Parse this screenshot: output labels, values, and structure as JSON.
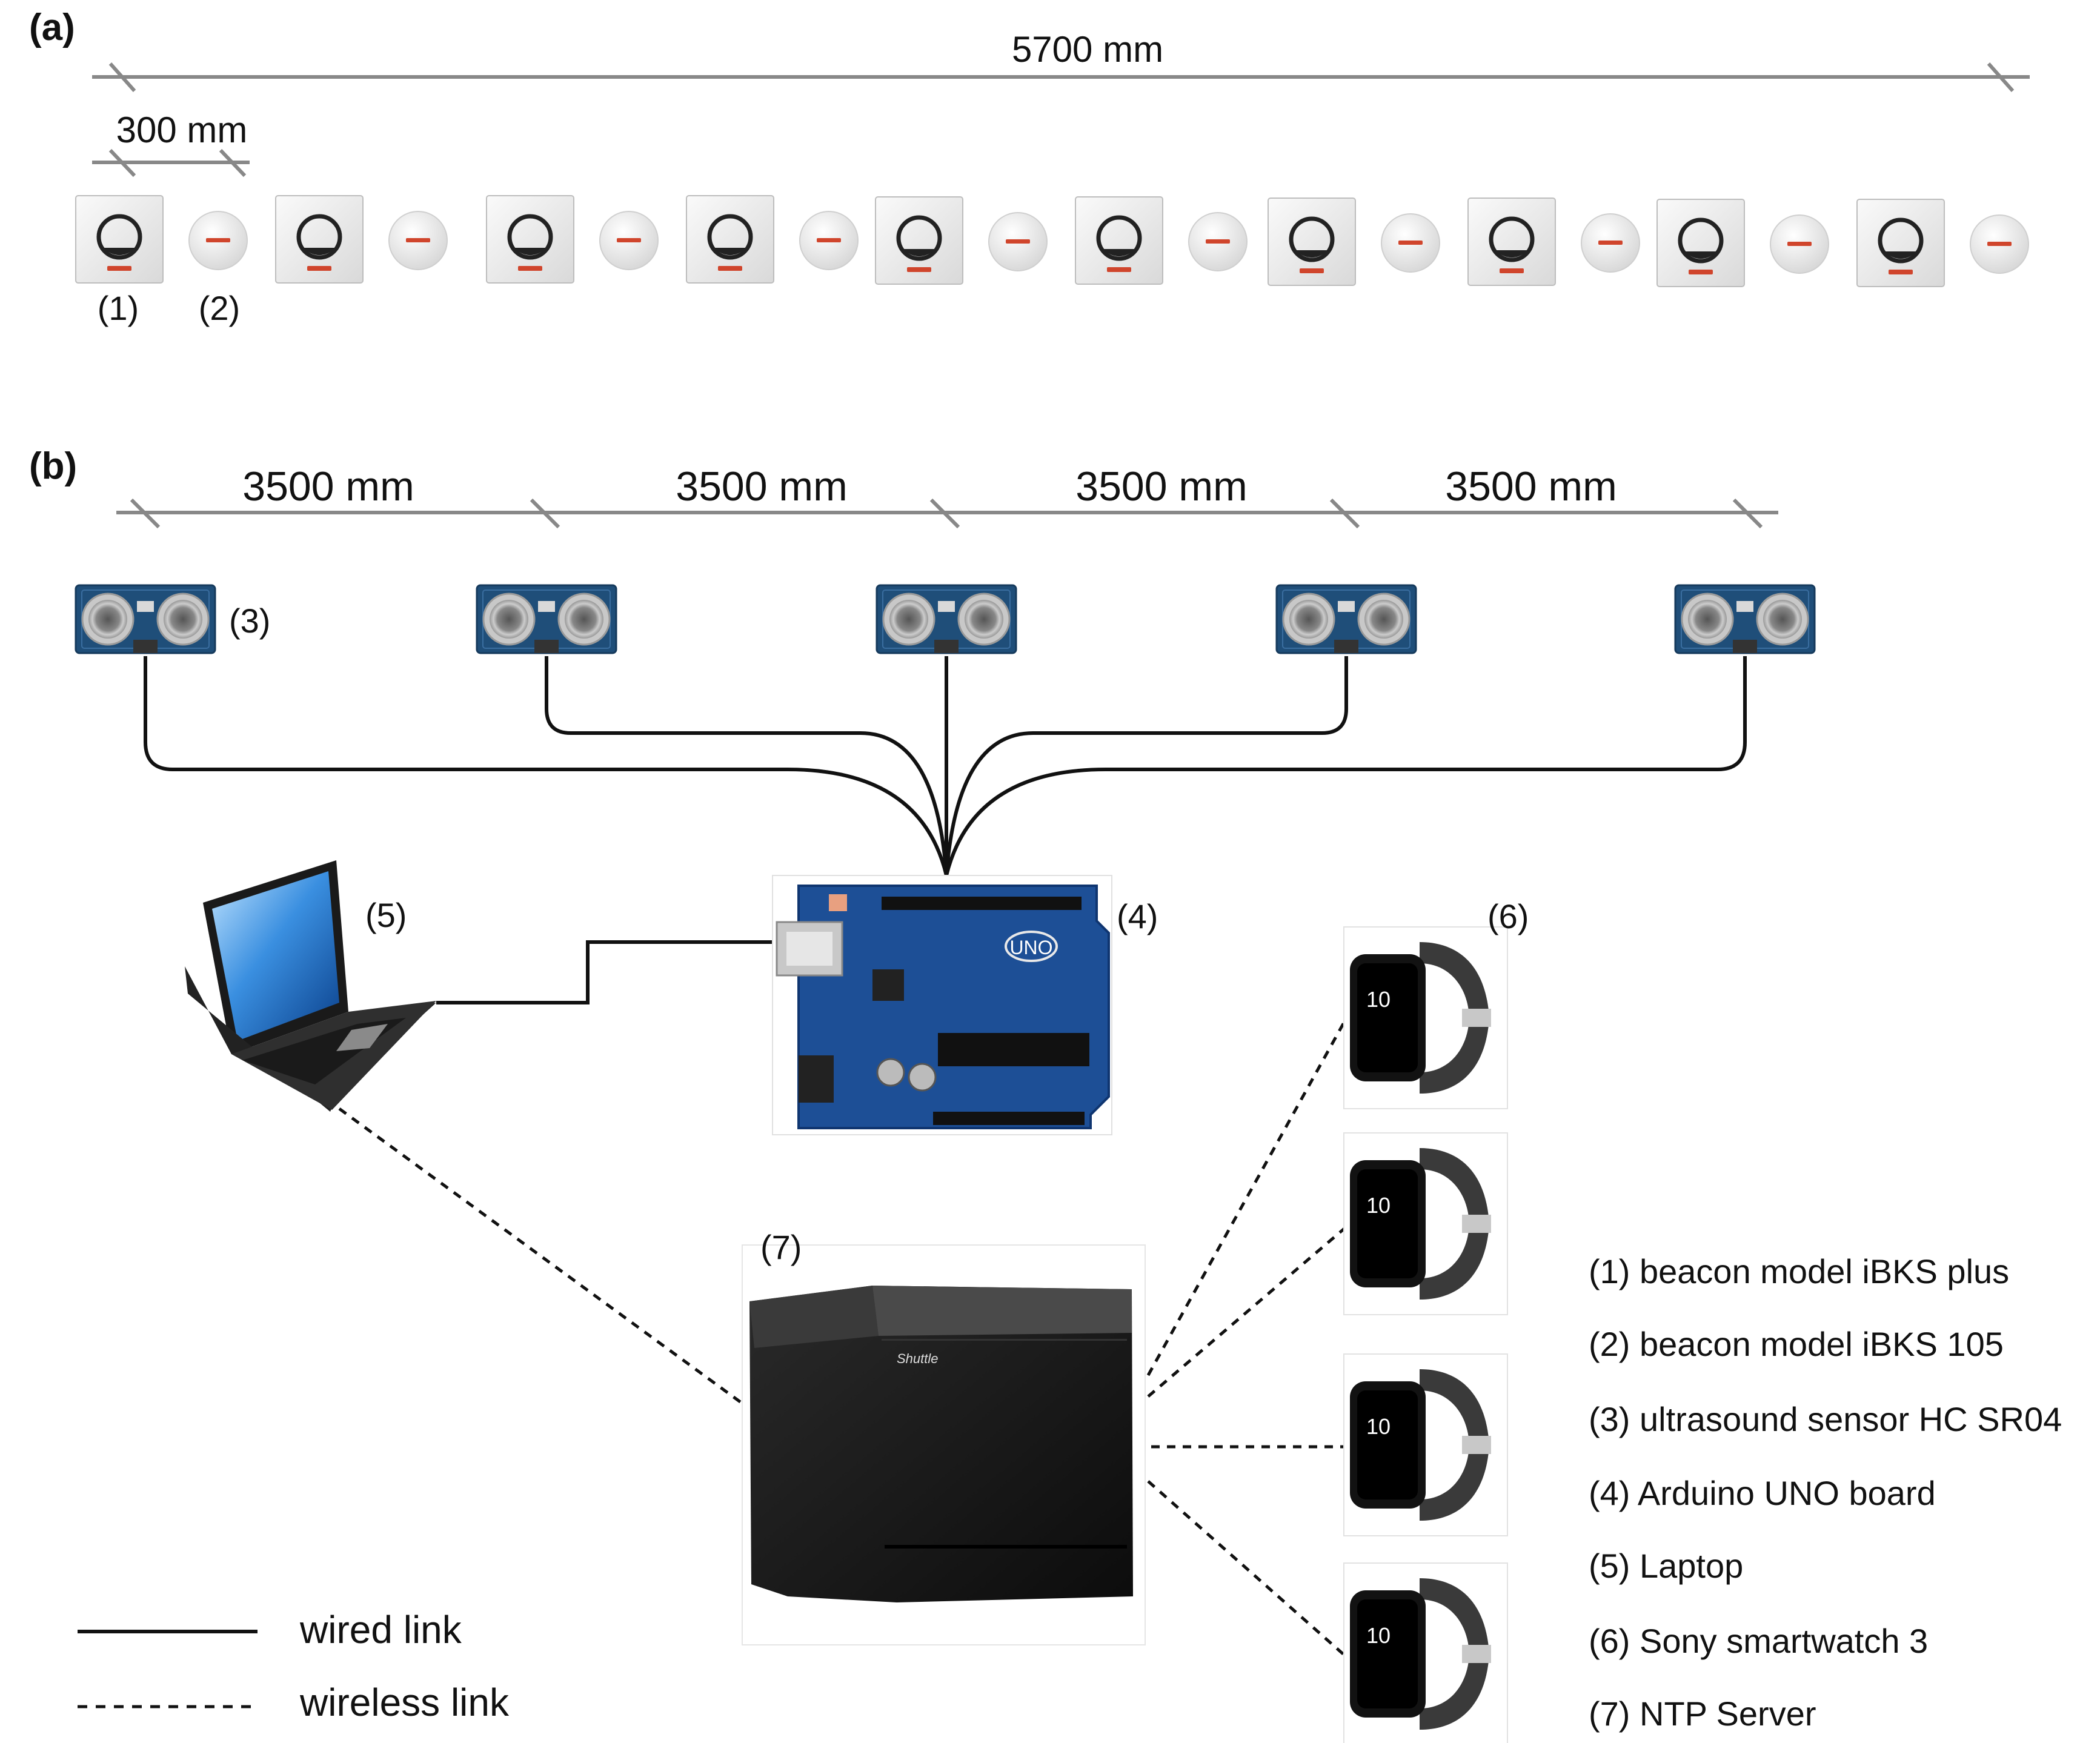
{
  "panels": {
    "a": "(a)",
    "b": "(b)"
  },
  "panel_a": {
    "total_dimension": "5700 mm",
    "spacing_dimension": "300 mm",
    "beacon1_marker": "(1)",
    "beacon2_marker": "(2)"
  },
  "panel_b": {
    "segment_dimensions": [
      "3500 mm",
      "3500 mm",
      "3500 mm",
      "3500 mm"
    ],
    "sensor_marker": "(3)",
    "arduino_marker": "(4)",
    "arduino_board_text": "UNO",
    "laptop_marker": "(5)",
    "watch_marker": "(6)",
    "watch_time": "10",
    "server_marker": "(7)",
    "server_brand": "Shuttle"
  },
  "link_legend": {
    "wired": "wired link",
    "wireless": "wireless link"
  },
  "device_legend": [
    "(1) beacon model iBKS plus",
    "(2) beacon model iBKS 105",
    "(3) ultrasound sensor HC SR04",
    "(4) Arduino UNO board",
    "(5) Laptop",
    "(6) Sony smartwatch 3",
    "(7) NTP Server"
  ],
  "colors": {
    "dimension_line": "#888888",
    "sensor_board": "#1f4e79",
    "arduino_board": "#1d4f96",
    "laptop_screen": "#2a7fd0",
    "device_dark": "#1a1a1a"
  }
}
